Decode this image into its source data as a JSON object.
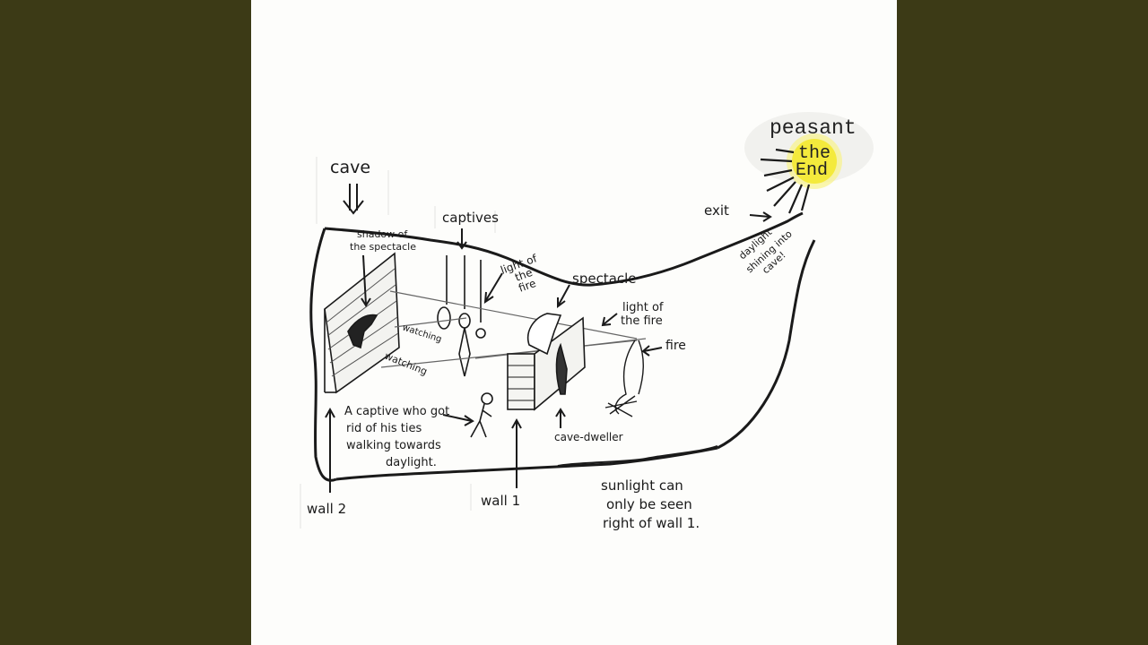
{
  "colors": {
    "side_bar": "#3c3a16",
    "paper": "#fdfdfb",
    "ink": "#1a1a1a",
    "sun": "#f4ea3c"
  },
  "labels": {
    "cave": "cave",
    "captives": "captives",
    "shadow_1": "shadow of",
    "shadow_2": "the spectacle",
    "light_fire_left_1": "light of",
    "light_fire_left_2": "the",
    "light_fire_left_3": "fire",
    "spectacle": "spectacle",
    "light_fire_right_1": "light of",
    "light_fire_right_2": "the fire",
    "fire": "fire",
    "exit": "exit",
    "daylight_1": "daylight",
    "daylight_2": "shining into",
    "daylight_3": "cave!",
    "peasant": "peasant",
    "the": "the",
    "end": "End",
    "watching_upper": "watching",
    "watching_lower": "watching",
    "captive_free_1": "A captive who got",
    "captive_free_2": "rid of his ties",
    "captive_free_3": "walking towards",
    "captive_free_4": "daylight.",
    "cave_dweller": "cave-dweller",
    "wall_2": "wall 2",
    "wall_1": "wall 1",
    "sunlight_1": "sunlight can",
    "sunlight_2": "only be seen",
    "sunlight_3": "right of wall 1."
  }
}
